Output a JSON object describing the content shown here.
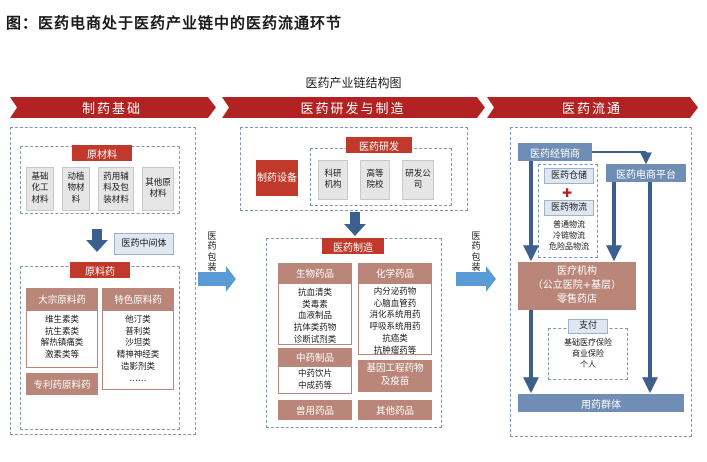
{
  "figure_title": "图：医药电商处于医药产业链中的医药流通环节",
  "diagram_title": "医药产业链结构图",
  "stages": [
    {
      "label": "制药基础",
      "color": "#b22222"
    },
    {
      "label": "医药研发与制造",
      "color": "#b22222"
    },
    {
      "label": "医药流通",
      "color": "#b22222"
    }
  ],
  "foundation": {
    "raw_materials_title": "原材料",
    "raw_materials": [
      "基础化工材料",
      "动植物材料",
      "药用辅料及包装材料",
      "其他原材料"
    ],
    "intermediate": "医药中间体",
    "api_title": "原料药",
    "bulk_api": {
      "title": "大宗原料药",
      "items": [
        "维生素类",
        "抗生素类",
        "解热镇痛类",
        "激素类等"
      ]
    },
    "specialty_api": {
      "title": "特色原料药",
      "items": [
        "他汀类",
        "普利类",
        "沙坦类",
        "精神神经类",
        "造影剂类",
        "……"
      ]
    },
    "patent_api": "专利药原料药"
  },
  "connector_label": "医药包装",
  "rd_manufacturing": {
    "equipment": "制药设备",
    "rd_title": "医药研发",
    "rd_items": [
      "科研机构",
      "高等院校",
      "研发公司"
    ],
    "mfg_title": "医药制造",
    "biologics": {
      "title": "生物药品",
      "items": [
        "抗血清类",
        "类毒素",
        "血液制品",
        "抗体类药物",
        "诊断试剂类"
      ]
    },
    "chemicals": {
      "title": "化学药品",
      "items": [
        "内分泌药物",
        "心脑血管药",
        "消化系统用药",
        "呼吸系统用药",
        "抗癌类",
        "抗肿瘤药等"
      ]
    },
    "tcm": {
      "title": "中药制品",
      "items": [
        "中药饮片",
        "中成药等"
      ]
    },
    "genetic": "基因工程药物及疫苗",
    "veterinary": "兽用药品",
    "other": "其他药品"
  },
  "distribution": {
    "distributor": "医药经销商",
    "ecommerce": "医药电商平台",
    "warehouse": "医药仓储",
    "logistics_title": "医药物流",
    "logistics_items": [
      "普通物流",
      "冷链物流",
      "危险品物流"
    ],
    "institutions": [
      "医疗机构",
      "（公立医院+基层）",
      "零售药店"
    ],
    "payment_title": "支付",
    "payment_items": [
      "基础医疗保险",
      "商业保险",
      "个人"
    ],
    "patients": "用药群体"
  }
}
